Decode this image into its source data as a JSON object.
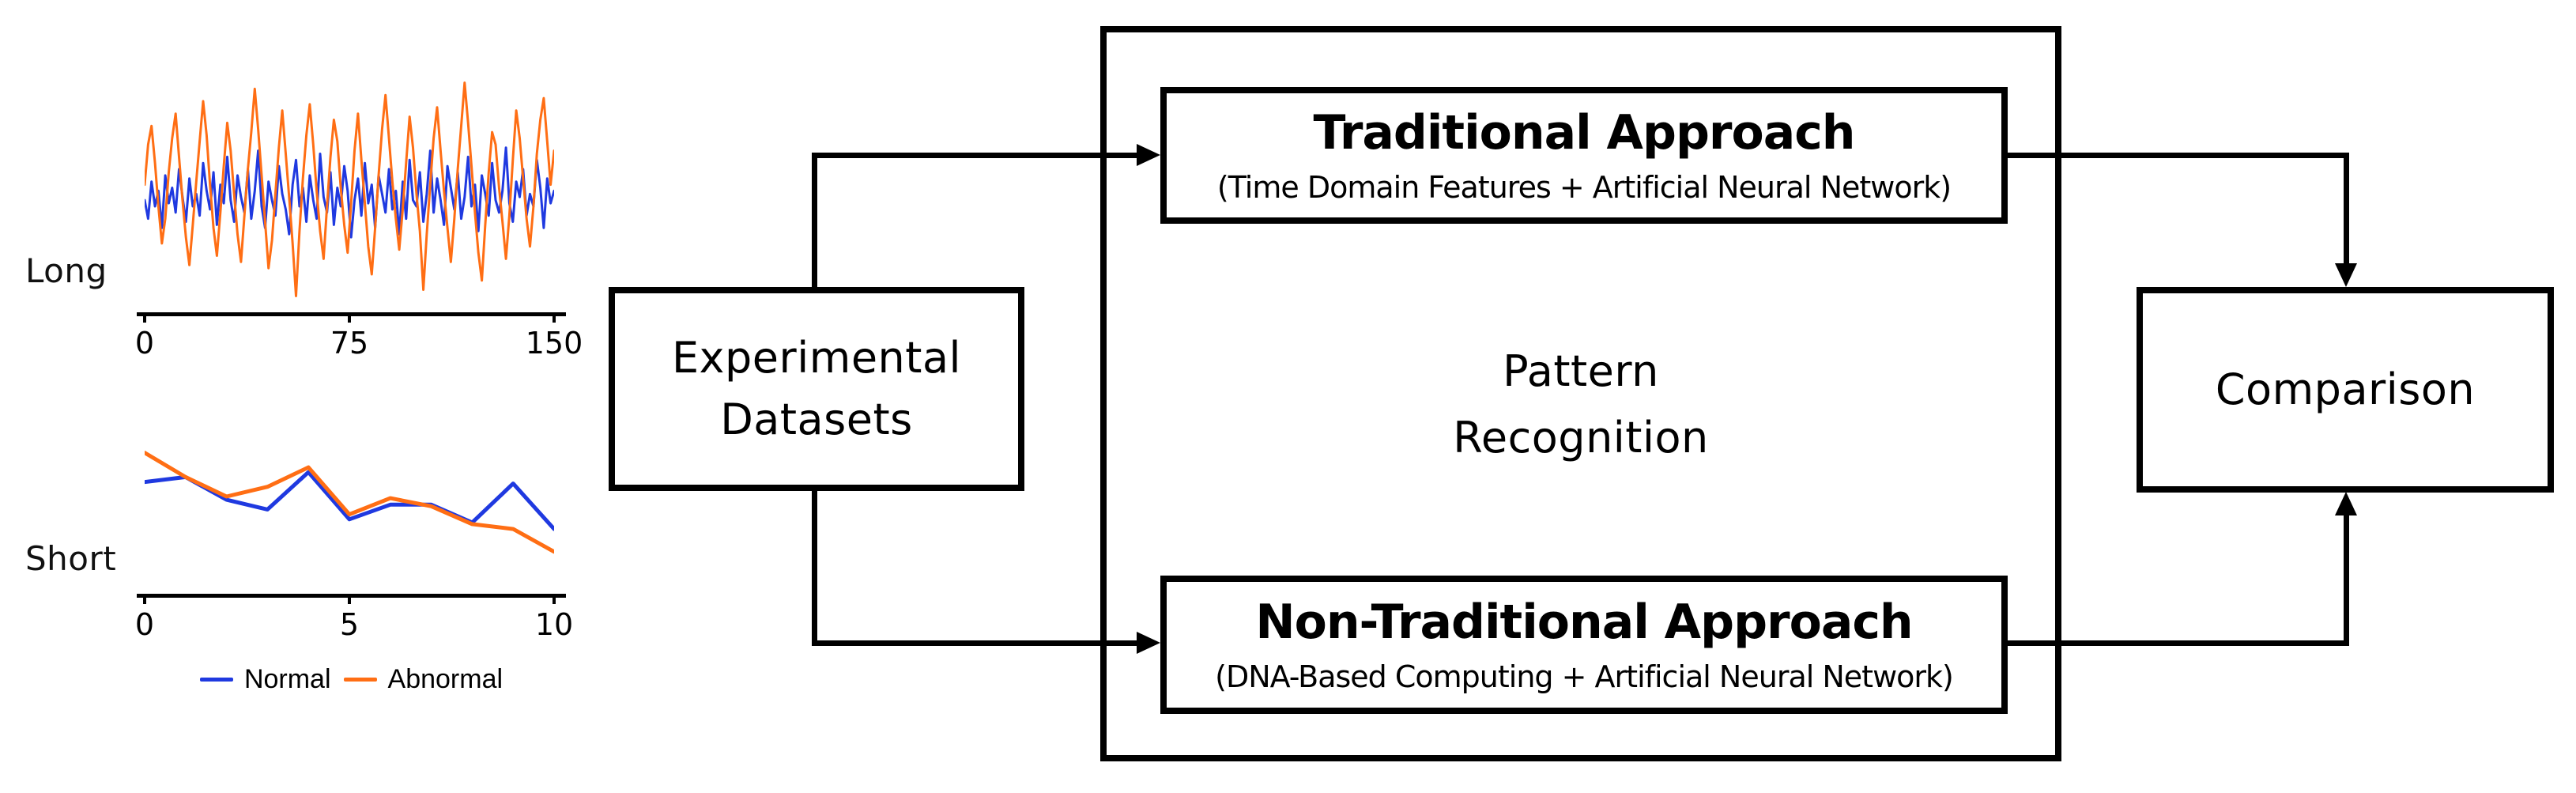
{
  "colors": {
    "normal": "#1f39e0",
    "abnormal": "#ff6e14",
    "ink": "#000000",
    "background": "#ffffff"
  },
  "charts": {
    "long": {
      "label": "Long",
      "tick_labels": [
        "0",
        "75",
        "150"
      ]
    },
    "short": {
      "label": "Short",
      "tick_labels": [
        "0",
        "5",
        "10"
      ]
    }
  },
  "legend": {
    "items": [
      {
        "label": "Normal",
        "color": "#1f39e0"
      },
      {
        "label": "Abnormal",
        "color": "#ff6e14"
      }
    ]
  },
  "chart_data": [
    {
      "type": "line",
      "title": "Long",
      "xlabel": "",
      "ylabel": "",
      "x_range": [
        0,
        150
      ],
      "x_ticks": [
        0,
        75,
        150
      ],
      "ylim": [
        1.5,
        9.3
      ],
      "grid": false,
      "legend_position": "bottom",
      "stroke_width": 3,
      "series": [
        {
          "name": "Normal",
          "color": "#1f39e0",
          "values": [
            5.0,
            4.4,
            5.6,
            4.8,
            5.3,
            4.1,
            5.8,
            4.9,
            5.4,
            4.6,
            6.0,
            5.1,
            4.3,
            5.7,
            4.8,
            5.2,
            4.5,
            6.2,
            5.3,
            4.7,
            5.9,
            4.2,
            5.5,
            4.9,
            6.4,
            5.0,
            4.3,
            5.8,
            5.1,
            4.6,
            6.0,
            4.4,
            5.3,
            6.6,
            4.8,
            4.1,
            5.6,
            5.0,
            4.5,
            6.1,
            5.2,
            4.7,
            3.9,
            5.5,
            6.3,
            4.8,
            5.4,
            4.3,
            5.8,
            5.0,
            4.4,
            6.5,
            5.1,
            4.6,
            5.9,
            4.2,
            5.4,
            4.8,
            6.1,
            5.3,
            3.8,
            5.0,
            5.7,
            4.5,
            6.2,
            4.9,
            5.5,
            4.1,
            5.8,
            5.2,
            4.6,
            6.0,
            4.7,
            5.3,
            3.9,
            5.6,
            4.4,
            6.3,
            5.0,
            4.8,
            5.9,
            4.3,
            5.2,
            6.6,
            4.6,
            5.7,
            5.0,
            4.2,
            6.1,
            5.4,
            4.7,
            5.9,
            4.4,
            5.1,
            6.4,
            4.8,
            5.5,
            4.0,
            5.8,
            5.2,
            4.5,
            6.2,
            5.0,
            4.6,
            5.3,
            6.7,
            4.9,
            4.3,
            5.6,
            5.1,
            6.0,
            4.5,
            5.2,
            4.8,
            6.3,
            5.4,
            4.1,
            5.7,
            4.9,
            5.3
          ]
        },
        {
          "name": "Abnormal",
          "color": "#ff6e14",
          "values": [
            5.5,
            6.8,
            7.4,
            6.2,
            4.8,
            3.6,
            4.4,
            5.9,
            7.0,
            7.8,
            6.4,
            5.0,
            3.8,
            2.9,
            4.2,
            5.6,
            6.9,
            8.2,
            7.1,
            5.5,
            4.1,
            3.2,
            4.6,
            6.1,
            7.5,
            6.6,
            5.2,
            3.9,
            3.0,
            4.5,
            6.0,
            7.2,
            8.6,
            7.3,
            5.8,
            4.3,
            2.8,
            3.7,
            5.2,
            6.7,
            7.9,
            6.5,
            5.1,
            3.6,
            1.9,
            4.0,
            5.7,
            7.1,
            8.1,
            6.8,
            5.3,
            4.0,
            3.1,
            4.8,
            6.4,
            7.6,
            6.9,
            5.4,
            4.2,
            3.3,
            4.9,
            6.6,
            7.8,
            6.3,
            4.9,
            3.5,
            2.6,
            4.1,
            5.8,
            7.3,
            8.4,
            7.0,
            5.6,
            4.4,
            3.4,
            4.7,
            6.2,
            7.7,
            6.7,
            5.2,
            4.0,
            2.1,
            3.9,
            5.5,
            7.0,
            8.0,
            6.6,
            5.3,
            4.1,
            3.0,
            4.4,
            6.0,
            7.4,
            8.8,
            7.5,
            6.1,
            4.6,
            3.3,
            2.4,
            4.2,
            5.9,
            7.2,
            6.8,
            5.4,
            4.3,
            3.1,
            4.5,
            6.3,
            7.9,
            7.0,
            5.7,
            4.4,
            3.5,
            4.8,
            6.5,
            7.6,
            8.3,
            6.9,
            5.5,
            6.6
          ]
        }
      ]
    },
    {
      "type": "line",
      "title": "Short",
      "xlabel": "",
      "ylabel": "",
      "x": [
        0,
        1,
        2,
        3,
        4,
        5,
        6,
        7,
        8,
        9,
        10
      ],
      "x_range": [
        0,
        10
      ],
      "x_ticks": [
        0,
        5,
        10
      ],
      "ylim": [
        1.8,
        9.5
      ],
      "grid": false,
      "legend_position": "bottom",
      "stroke_width": 5,
      "series": [
        {
          "name": "Normal",
          "color": "#1f39e0",
          "values": [
            6.5,
            6.8,
            5.4,
            4.8,
            7.1,
            4.2,
            5.1,
            5.1,
            4.0,
            6.4,
            3.6
          ]
        },
        {
          "name": "Abnormal",
          "color": "#ff6e14",
          "values": [
            8.3,
            6.8,
            5.6,
            6.2,
            7.4,
            4.5,
            5.5,
            5.0,
            3.9,
            3.6,
            2.2
          ]
        }
      ]
    }
  ],
  "diagram": {
    "experimental": {
      "line1": "Experimental",
      "line2": "Datasets"
    },
    "pattern": {
      "line1": "Pattern",
      "line2": "Recognition"
    },
    "traditional": {
      "title": "Traditional Approach",
      "subtitle": "(Time Domain Features + Artificial Neural Network)"
    },
    "nontraditional": {
      "title": "Non-Traditional Approach",
      "subtitle": "(DNA-Based Computing + Artificial Neural Network)"
    },
    "comparison": {
      "title": "Comparison"
    }
  }
}
